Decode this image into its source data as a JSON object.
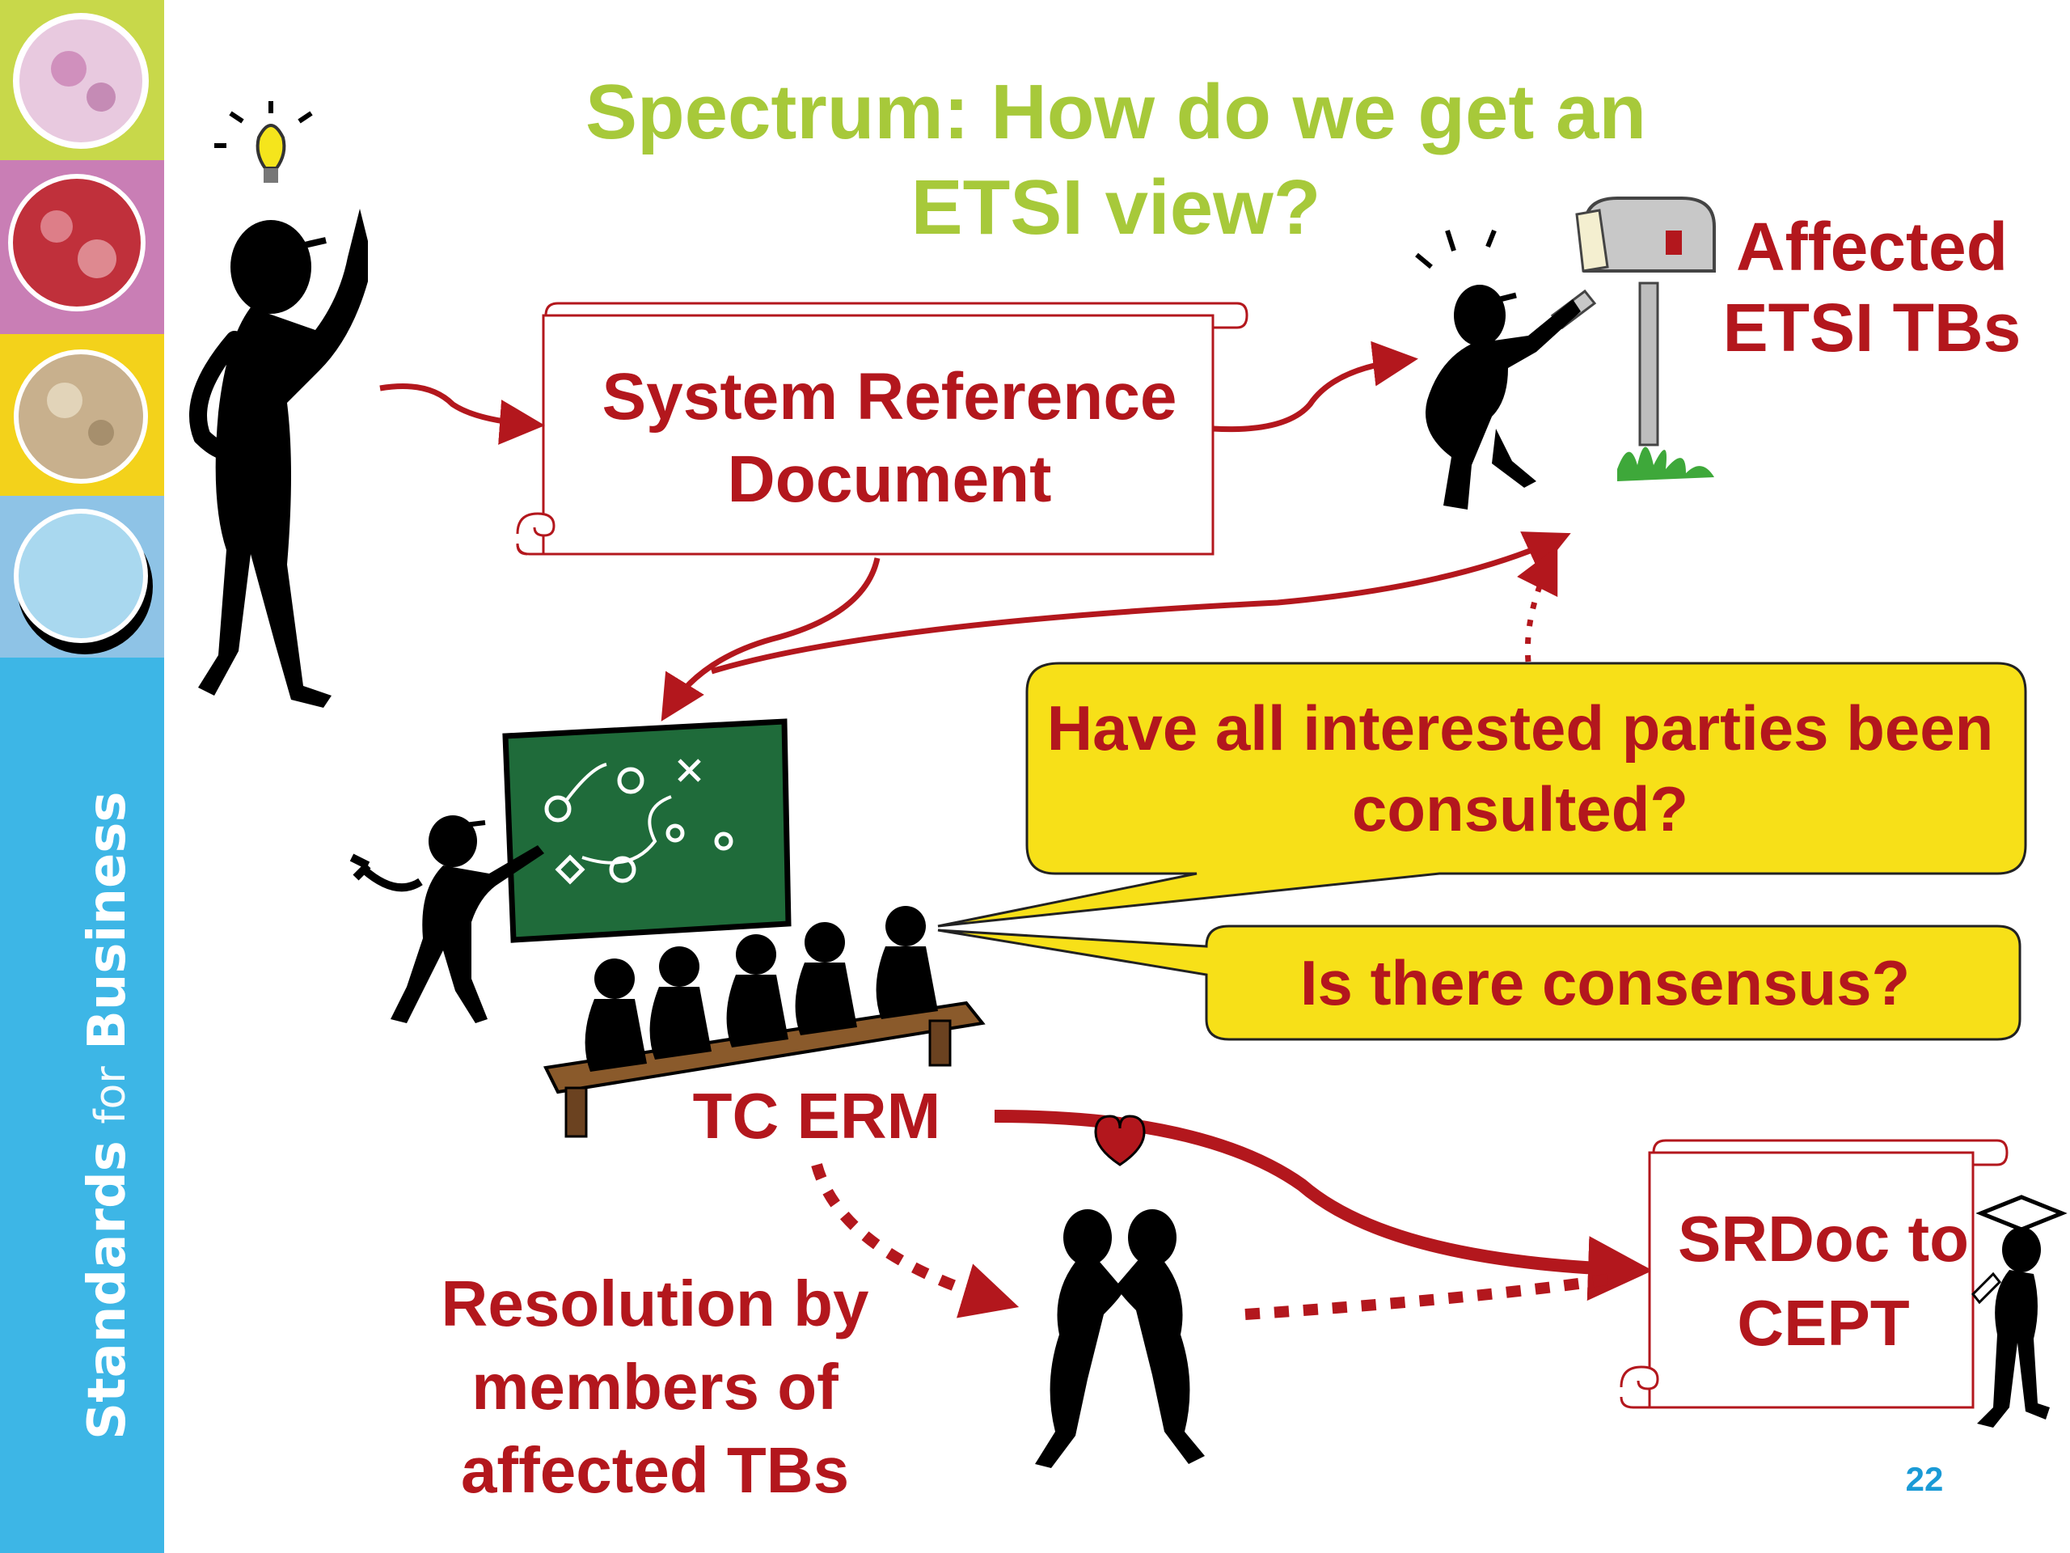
{
  "slide": {
    "title": "Spectrum: How do we get an ETSI view?",
    "sidebar_brand": {
      "strong1": "Standards",
      "light": "for",
      "strong2": "Business"
    },
    "sidebar_band_colors": [
      "#c8d84a",
      "#c97eb5",
      "#f3d21b",
      "#8ec3e6"
    ],
    "page_number": "22"
  },
  "diagram": {
    "scroll_document": "System Reference Document",
    "affected_group": "Affected ETSI TBs",
    "question_consulted": "Have all interested parties been consulted?",
    "question_consensus": "Is there consensus?",
    "committee": "TC ERM",
    "resolution": "Resolution by members of affected TBs",
    "output_document": "SRDoc to CEPT"
  },
  "colors": {
    "title": "#a7c93a",
    "label_red": "#b3171d",
    "callout_yellow": "#f7e018",
    "sidebar_blue": "#3db6e6",
    "page_number": "#1a9ad6"
  },
  "icons": [
    "lightbulb-icon",
    "mailbox-icon",
    "chalkboard-icon",
    "heart-icon",
    "graduation-cap-icon"
  ]
}
